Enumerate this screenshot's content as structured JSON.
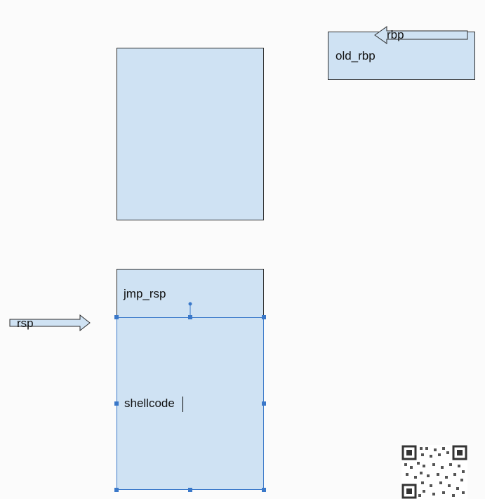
{
  "diagram": {
    "old_rbp_label": "old_rbp",
    "rbp_pointer_label": "rbp",
    "jmp_rsp_label": "jmp_rsp",
    "shellcode_label": "shellcode",
    "rsp_pointer_label": "rsp"
  },
  "colors": {
    "box_fill": "#cfe2f3",
    "box_border": "#2b2b2b",
    "selection": "#3a78c9"
  },
  "icons": {
    "qr_code": "qr-code-icon"
  }
}
